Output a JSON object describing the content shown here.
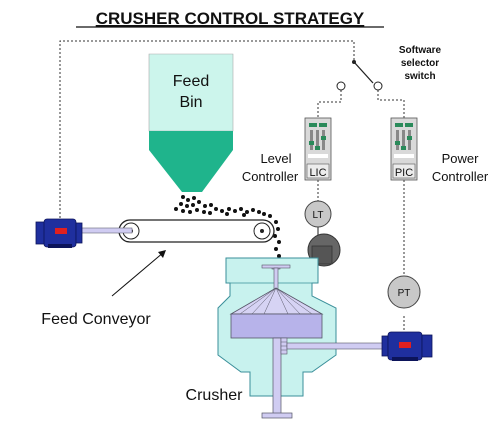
{
  "title": "CRUSHER CONTROL STRATEGY",
  "labels": {
    "feed_bin_line1": "Feed",
    "feed_bin_line2": "Bin",
    "software_line1": "Software",
    "software_line2": "selector",
    "software_line3": "switch",
    "level_line1": "Level",
    "level_line2": "Controller",
    "power_line1": "Power",
    "power_line2": "Controller",
    "lic": "LIC",
    "pic": "PIC",
    "lt": "LT",
    "pt": "PT",
    "feed_conveyor": "Feed Conveyor",
    "crusher": "Crusher"
  },
  "colors": {
    "bin_light": "#ccf5ec",
    "bin_dark": "#1fb48c",
    "crusher_body": "#c8f2ee",
    "crusher_lines": "#3a8f9a",
    "mantle": "#b7b3ea",
    "motor": "#1f2f9e",
    "motor_center": "#e02020",
    "controller": "#d9d9d9",
    "shaft": "#d0ccf2",
    "title_text": "#111111"
  },
  "icons": {
    "left_motor": "motor-icon",
    "right_motor": "motor-icon",
    "selector_switch": "switch-icon",
    "lic_controller": "controller-icon",
    "pic_controller": "controller-icon"
  }
}
